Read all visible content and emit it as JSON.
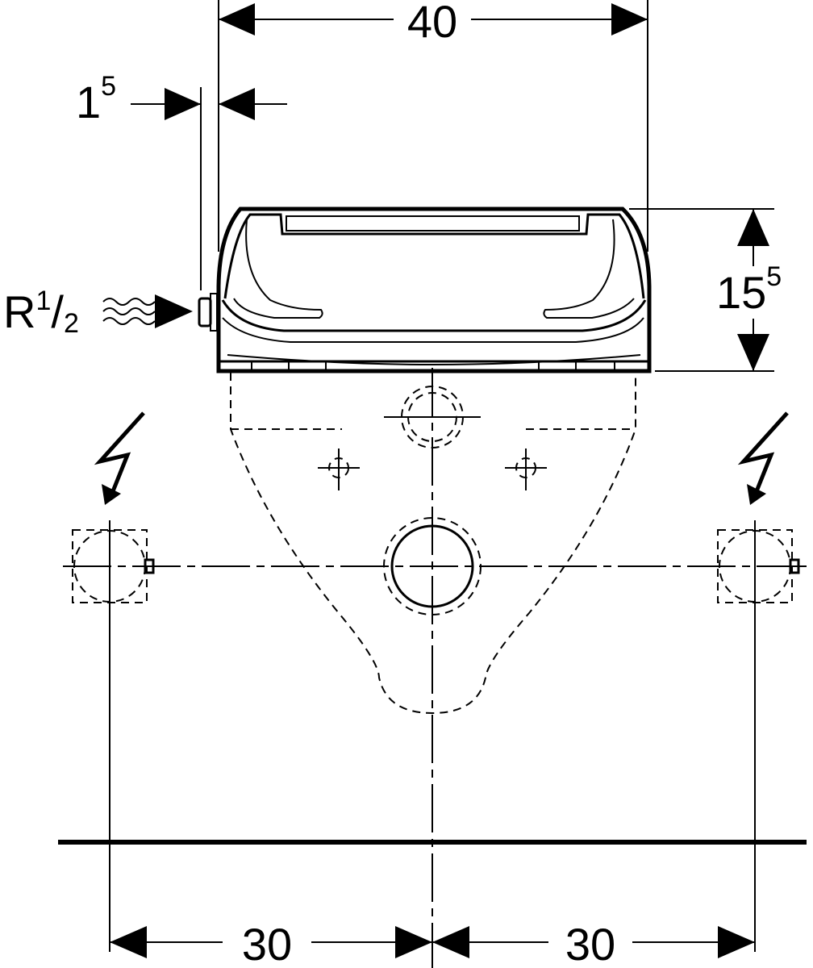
{
  "dimensions": {
    "width_top": "40",
    "offset": "1",
    "offset_sup": "5",
    "height": "15",
    "height_sup": "5",
    "left_spacing": "30",
    "right_spacing": "30"
  },
  "connection": {
    "prefix": "R",
    "fraction_num": "1",
    "fraction_slash": "/",
    "fraction_den": "2"
  },
  "icons": {
    "electrical_left": "lightning-bolt-icon",
    "electrical_right": "lightning-bolt-icon",
    "water_supply": "wave-symbol-icon"
  }
}
